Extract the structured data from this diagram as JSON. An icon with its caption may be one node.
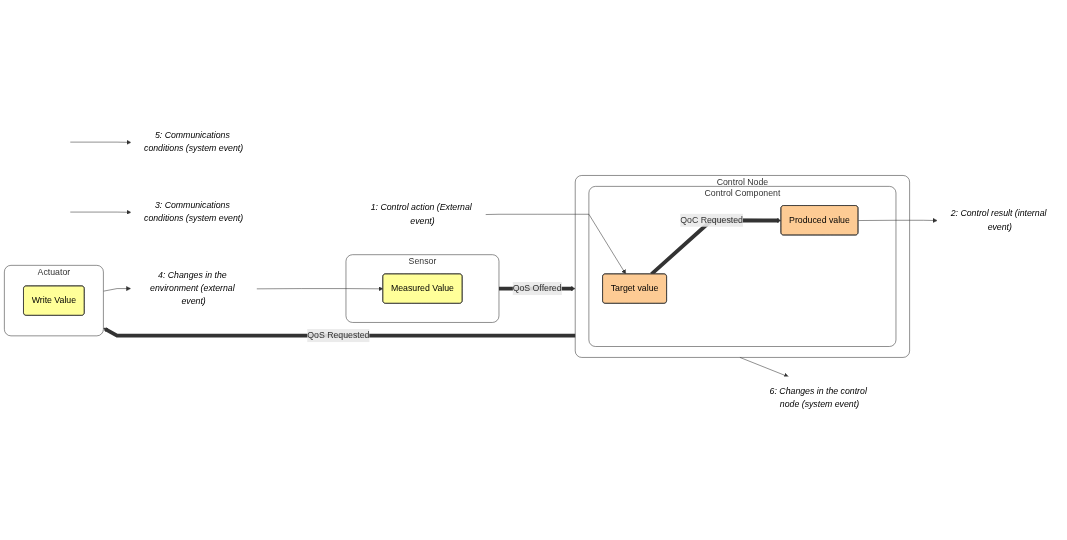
{
  "diagram": {
    "nodes": [
      {
        "text": [
          "Sensor"
        ]
      },
      {
        "text": [
          "Measured Value"
        ],
        "in": 0
      },
      {
        "text": [
          "Actuator"
        ]
      },
      {
        "text": [
          "Write Value"
        ],
        "in": 2
      },
      {
        "text": [
          "Control Node"
        ]
      },
      {
        "text": [
          "Control Component"
        ],
        "in": 4
      },
      {
        "text": [
          "Target value"
        ],
        "in": 5
      },
      {
        "text": [
          "Produced value"
        ],
        "in": 5
      },
      {
        "text": [
          "5: Communications conditions (system event)"
        ]
      },
      {
        "text": [
          "6: Changes in the control node (system event)"
        ]
      },
      {
        "text": [
          "1: Control action (External event)"
        ]
      },
      {
        "text": [
          "2: Control result (internal event)"
        ]
      },
      {
        "text": [
          "3: Communications conditions (system event)"
        ]
      },
      {
        "text": [
          "4: Changes in the environment (external event)"
        ]
      }
    ],
    "edges": [
      {
        "from": 13,
        "to": 1,
        "arrow": "to"
      },
      {
        "from": 0,
        "to": 4,
        "arrow": "to",
        "label": "QoS Offered",
        "style": "thick"
      },
      {
        "from": null,
        "to": 8,
        "arrow": "to"
      },
      {
        "from": 4,
        "to": 9,
        "arrow": "to"
      },
      {
        "from": 10,
        "to": 6,
        "arrow": "to"
      },
      {
        "from": 6,
        "to": 7,
        "arrow": "to",
        "label": "QoC Requested",
        "style": "thick"
      },
      {
        "from": 7,
        "to": 11,
        "arrow": "to"
      },
      {
        "from": 4,
        "to": 2,
        "arrow": "to",
        "label": "QoS Requested",
        "style": "thick"
      },
      {
        "from": null,
        "to": 12,
        "arrow": "to"
      },
      {
        "from": 2,
        "to": 13,
        "arrow": "to"
      }
    ]
  }
}
